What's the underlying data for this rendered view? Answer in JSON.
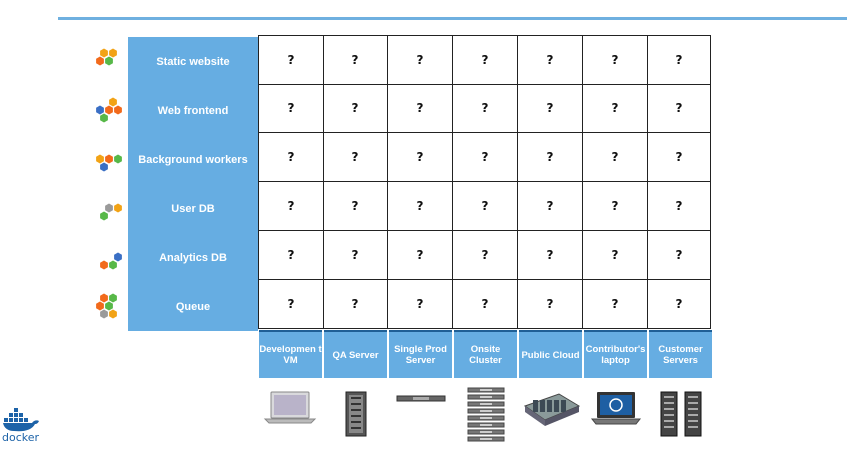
{
  "rows": [
    {
      "label": "Static website",
      "hex_colors": [
        "#f2a316",
        "#f2a316",
        "#f26a1b",
        "#57b848"
      ]
    },
    {
      "label": "Web frontend",
      "hex_colors": [
        "#f2a316",
        "#3a6fc5",
        "#f26a1b",
        "#f26a1b",
        "#57b848"
      ]
    },
    {
      "label": "Background workers",
      "hex_colors": [
        "#f2a316",
        "#f26a1b",
        "#57b848",
        "#3a6fc5"
      ]
    },
    {
      "label": "User DB",
      "hex_colors": [
        "#9a9a9a",
        "#f2a316",
        "#57b848"
      ]
    },
    {
      "label": "Analytics DB",
      "hex_colors": [
        "#3a6fc5",
        "#f26a1b",
        "#57b848"
      ]
    },
    {
      "label": "Queue",
      "hex_colors": [
        "#9a9a9a",
        "#f2a316",
        "#f26a1b",
        "#57b848",
        "#f26a1b",
        "#57b848"
      ]
    }
  ],
  "columns": [
    {
      "label": "Developmen t VM",
      "device": "laptop-icon"
    },
    {
      "label": "QA Server",
      "device": "blade-server-icon"
    },
    {
      "label": "Single Prod Server",
      "device": "rack-unit-icon"
    },
    {
      "label": "Onsite Cluster",
      "device": "rack-stack-icon"
    },
    {
      "label": "Public Cloud",
      "device": "motherboard-icon"
    },
    {
      "label": "Contributor's laptop",
      "device": "dell-laptop-icon"
    },
    {
      "label": "Customer Servers",
      "device": "server-pair-icon"
    }
  ],
  "cell_value": "?",
  "logo": {
    "text": "docker"
  },
  "colors": {
    "accent": "#66ade2",
    "topline": "#6fb0e0",
    "docker": "#1d63a8"
  }
}
